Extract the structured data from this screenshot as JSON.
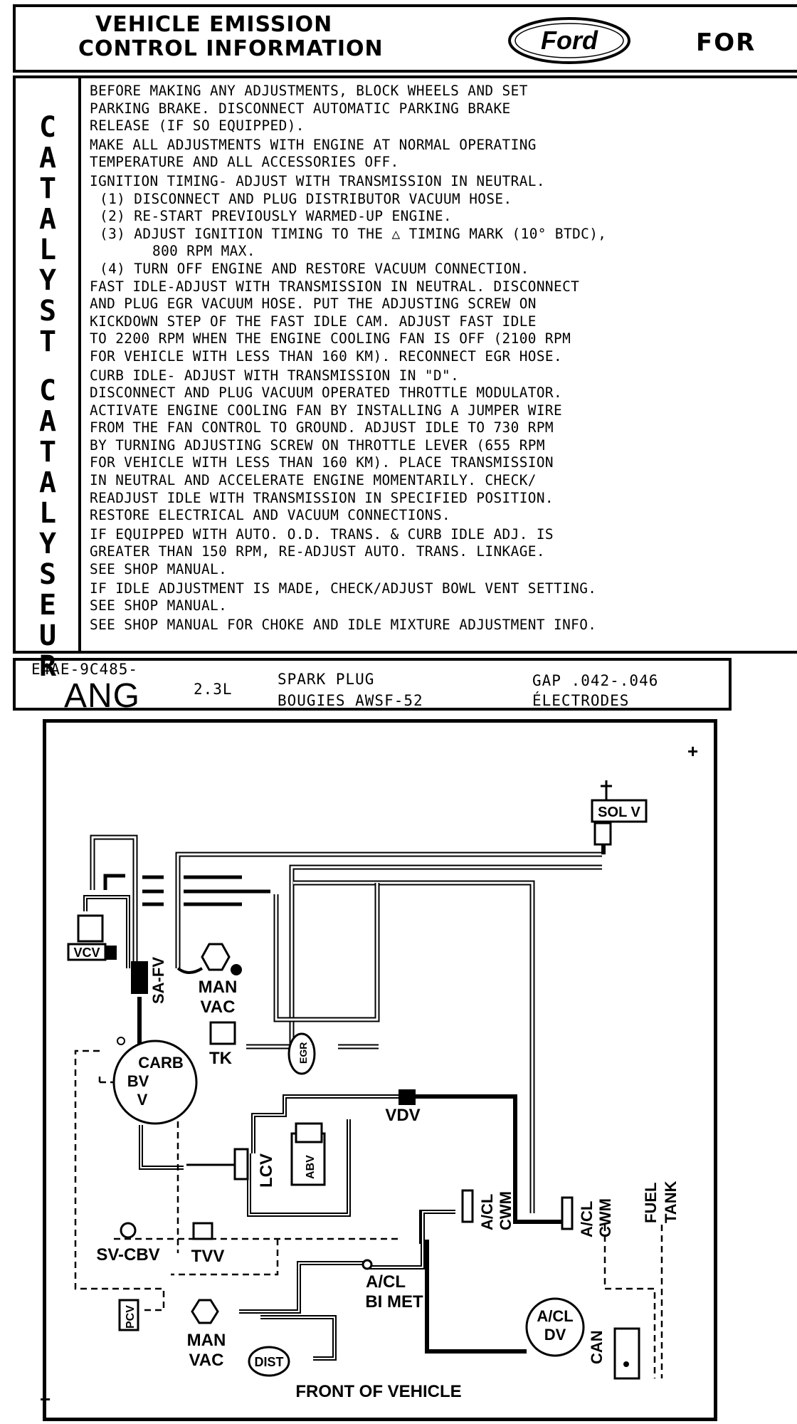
{
  "header": {
    "title_line1": "VEHICLE EMISSION",
    "title_line2": "CONTROL INFORMATION",
    "logo_text": "Ford",
    "right_text": "FOR"
  },
  "side_labels": {
    "catalyst": [
      "C",
      "A",
      "T",
      "A",
      "L",
      "Y",
      "S",
      "T"
    ],
    "catalyseur": [
      "C",
      "A",
      "T",
      "A",
      "L",
      "Y",
      "S",
      "E",
      "U",
      "R"
    ]
  },
  "instructions": [
    {
      "cls": "",
      "text": "BEFORE MAKING ANY ADJUSTMENTS, BLOCK WHEELS AND SET"
    },
    {
      "cls": "",
      "text": "PARKING BRAKE. DISCONNECT AUTOMATIC PARKING BRAKE"
    },
    {
      "cls": "",
      "text": "RELEASE (IF SO EQUIPPED)."
    },
    {
      "cls": "gap",
      "text": "MAKE ALL ADJUSTMENTS WITH ENGINE AT NORMAL OPERATING"
    },
    {
      "cls": "",
      "text": "TEMPERATURE AND ALL ACCESSORIES OFF."
    },
    {
      "cls": "gap",
      "text": "IGNITION TIMING- ADJUST WITH TRANSMISSION IN NEUTRAL."
    },
    {
      "cls": "ind",
      "text": "(1)  DISCONNECT AND PLUG DISTRIBUTOR VACUUM HOSE."
    },
    {
      "cls": "ind",
      "text": "(2)  RE-START PREVIOUSLY WARMED-UP ENGINE."
    },
    {
      "cls": "ind",
      "text": "(3)  ADJUST IGNITION TIMING TO THE △ TIMING MARK (10° BTDC),"
    },
    {
      "cls": "ind2",
      "text": "800 RPM MAX."
    },
    {
      "cls": "ind",
      "text": "(4)  TURN OFF ENGINE AND RESTORE VACUUM CONNECTION."
    },
    {
      "cls": "",
      "text": "FAST IDLE-ADJUST WITH TRANSMISSION IN NEUTRAL. DISCONNECT"
    },
    {
      "cls": "",
      "text": "AND PLUG EGR VACUUM HOSE. PUT THE ADJUSTING SCREW ON"
    },
    {
      "cls": "",
      "text": "KICKDOWN STEP OF THE FAST IDLE CAM. ADJUST FAST IDLE"
    },
    {
      "cls": "",
      "text": "TO 2200 RPM WHEN THE ENGINE COOLING FAN IS OFF (2100 RPM"
    },
    {
      "cls": "",
      "text": "FOR VEHICLE WITH LESS THAN 160 KM). RECONNECT EGR HOSE."
    },
    {
      "cls": "gap",
      "text": "CURB IDLE- ADJUST WITH TRANSMISSION IN \"D\"."
    },
    {
      "cls": "",
      "text": "DISCONNECT AND PLUG VACUUM OPERATED THROTTLE MODULATOR."
    },
    {
      "cls": "",
      "text": "ACTIVATE ENGINE COOLING FAN BY INSTALLING A JUMPER WIRE"
    },
    {
      "cls": "",
      "text": "FROM THE FAN CONTROL TO GROUND. ADJUST IDLE TO 730 RPM"
    },
    {
      "cls": "",
      "text": "BY TURNING ADJUSTING SCREW ON THROTTLE LEVER (655 RPM"
    },
    {
      "cls": "",
      "text": "FOR VEHICLE WITH LESS THAN 160 KM). PLACE TRANSMISSION"
    },
    {
      "cls": "",
      "text": "IN NEUTRAL AND ACCELERATE ENGINE MOMENTARILY. CHECK/"
    },
    {
      "cls": "",
      "text": "READJUST IDLE WITH TRANSMISSION IN SPECIFIED POSITION."
    },
    {
      "cls": "",
      "text": "RESTORE ELECTRICAL AND VACUUM CONNECTIONS."
    },
    {
      "cls": "gap",
      "text": "IF EQUIPPED WITH AUTO. O.D. TRANS. & CURB IDLE ADJ. IS"
    },
    {
      "cls": "",
      "text": "GREATER THAN 150 RPM, RE-ADJUST AUTO. TRANS. LINKAGE."
    },
    {
      "cls": "",
      "text": "SEE SHOP MANUAL."
    },
    {
      "cls": "gap",
      "text": "IF IDLE ADJUSTMENT IS MADE, CHECK/ADJUST BOWL VENT SETTING."
    },
    {
      "cls": "",
      "text": "SEE SHOP MANUAL."
    },
    {
      "cls": "gap",
      "text": "SEE SHOP MANUAL FOR CHOKE AND IDLE MIXTURE ADJUSTMENT INFO."
    }
  ],
  "spec": {
    "part_number": "E4AE-9C485-",
    "code": "ANG",
    "engine": "2.3L",
    "plug_line1": "SPARK PLUG",
    "plug_line2": "BOUGIES AWSF-52",
    "gap_line1": "GAP .042-.046",
    "gap_line2": "ÉLECTRODES"
  },
  "diagram": {
    "plus": "+",
    "sol_v": "SOL V",
    "vcv": "VCV",
    "sa_fv": "SA-FV",
    "man_vac_top_1": "MAN",
    "man_vac_top_2": "VAC",
    "tk": "TK",
    "egr": "EGR",
    "carb": "CARB",
    "bvv_1": "BV",
    "bvv_2": "V",
    "vdv": "VDV",
    "lcv": "LCV",
    "abv": "ABV",
    "acl_cwm_1": "A/CL",
    "acl_cwm_2": "CWM",
    "fuel": "FUEL",
    "tank": "TANK",
    "sv_cbv": "SV-CBV",
    "tvv": "TVV",
    "acl_bimet_1": "A/CL",
    "acl_bimet_2": "BI MET",
    "pcv": "PCV",
    "man_vac_bot_1": "MAN",
    "man_vac_bot_2": "VAC",
    "dist": "DIST",
    "acl_dv_1": "A/CL",
    "acl_dv_2": "DV",
    "can": "CAN",
    "front": "FRONT OF VEHICLE"
  }
}
